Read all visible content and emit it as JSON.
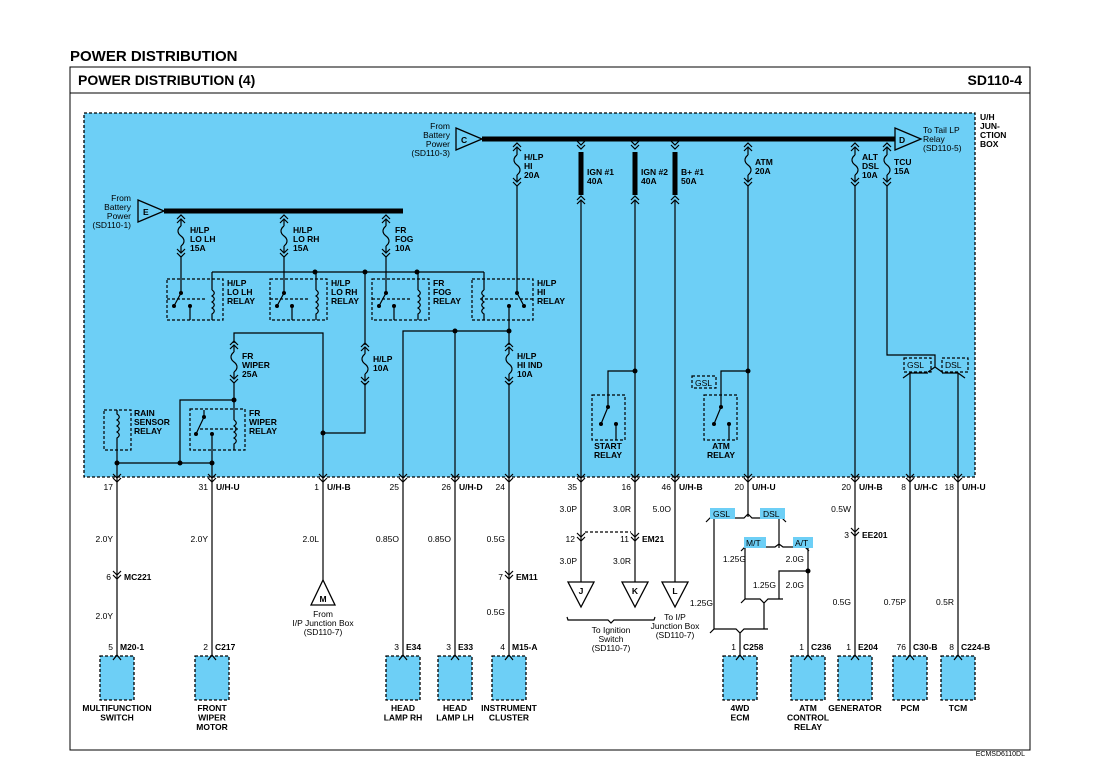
{
  "header": {
    "page_title": "POWER DISTRIBUTION",
    "section_title": "POWER DISTRIBUTION (4)",
    "diagram_id": "SD110-4",
    "footer_code": "ECMSD6110DL"
  },
  "colors": {
    "junction_box_fill": "#6dcff6",
    "line": "#000000"
  },
  "junction_box": {
    "lines": [
      "U/H",
      "JUN-",
      "CTION",
      "BOX"
    ]
  },
  "sources": {
    "C": {
      "letter": "C",
      "lines": [
        "From",
        "Battery",
        "Power",
        "(SD110-3)"
      ]
    },
    "E": {
      "letter": "E",
      "lines": [
        "From",
        "Battery",
        "Power",
        "(SD110-1)"
      ]
    },
    "D": {
      "letter": "D",
      "lines": [
        "To Tail LP",
        "Relay",
        "(SD110-5)"
      ]
    }
  },
  "fuses": {
    "lo_lh": [
      "H/LP",
      "LO LH",
      "15A"
    ],
    "lo_rh": [
      "H/LP",
      "LO RH",
      "15A"
    ],
    "fr_fog": [
      "FR",
      "FOG",
      "10A"
    ],
    "hi": [
      "H/LP",
      "HI",
      "20A"
    ],
    "fr_wiper": [
      "FR",
      "WIPER",
      "25A"
    ],
    "hlp_10a": [
      "H/LP",
      "10A"
    ],
    "hi_ind": [
      "H/LP",
      "HI IND",
      "10A"
    ],
    "ign1": [
      "IGN #1",
      "40A"
    ],
    "ign2": [
      "IGN #2",
      "40A"
    ],
    "bplus1": [
      "B+ #1",
      "50A"
    ],
    "atm": [
      "ATM",
      "20A"
    ],
    "alt_dsl": [
      "ALT",
      "DSL",
      "10A"
    ],
    "tcu": [
      "TCU",
      "15A"
    ]
  },
  "relays": {
    "lo_lh": [
      "H/LP",
      "LO LH",
      "RELAY"
    ],
    "lo_rh": [
      "H/LP",
      "LO RH",
      "RELAY"
    ],
    "fr_fog": [
      "FR",
      "FOG",
      "RELAY"
    ],
    "hi": [
      "H/LP",
      "HI",
      "RELAY"
    ],
    "rain": [
      "RAIN",
      "SENSOR",
      "RELAY"
    ],
    "wiper": [
      "FR",
      "WIPER",
      "RELAY"
    ],
    "start": [
      "START",
      "RELAY"
    ],
    "atm": [
      "ATM",
      "RELAY"
    ]
  },
  "options": {
    "gsl": "GSL",
    "dsl": "DSL",
    "mt": "M/T",
    "at": "A/T"
  },
  "pins": {
    "p17": "17",
    "p31": "31",
    "uhu1": "U/H-U",
    "p1": "1",
    "uhb1": "U/H-B",
    "p25": "25",
    "p26": "26",
    "uhd": "U/H-D",
    "p24": "24",
    "p35": "35",
    "p16": "16",
    "p46": "46",
    "uhb2": "U/H-B",
    "p20a": "20",
    "uhu2": "U/H-U",
    "p20b": "20",
    "uhb3": "U/H-B",
    "p8": "8",
    "uhc": "U/H-C",
    "p18": "18",
    "uhu3": "U/H-U"
  },
  "wires": {
    "w1a": "2.0Y",
    "w1b": "2.0Y",
    "w2": "2.0Y",
    "w3": "2.0L",
    "w4": "0.85O",
    "w5": "0.85O",
    "w6a": "0.5G",
    "w6b": "0.5G",
    "w7a": "3.0P",
    "w7b": "3.0P",
    "w8a": "3.0R",
    "w8b": "3.0R",
    "w9": "5.0O",
    "w10a": "1.25G",
    "w10b": "1.25G",
    "w10c": "1.25G",
    "w11a": "2.0G",
    "w11b": "2.0G",
    "w12": "0.5W",
    "w12b": "0.5G",
    "w13": "0.75P",
    "w14": "0.5R"
  },
  "connectors": {
    "mc221_pin": "6",
    "mc221": "MC221",
    "em11_pin": "7",
    "em11": "EM11",
    "em21_pin_a": "12",
    "em21_pin_b": "11",
    "em21": "EM21",
    "ee201_pin": "3",
    "ee201": "EE201"
  },
  "offpage": {
    "M": {
      "letter": "M",
      "lines": [
        "From",
        "I/P Junction Box",
        "(SD110-7)"
      ]
    },
    "J": {
      "letter": "J"
    },
    "K": {
      "letter": "K"
    },
    "L": {
      "letter": "L",
      "lines": [
        "To I/P",
        "Junction Box",
        "(SD110-7)"
      ]
    },
    "JK": {
      "lines": [
        "To Ignition",
        "Switch",
        "(SD110-7)"
      ]
    }
  },
  "components": [
    {
      "pin": "5",
      "conn": "M20-1",
      "name": [
        "MULTIFUNCTION",
        "SWITCH"
      ]
    },
    {
      "pin": "2",
      "conn": "C217",
      "name": [
        "FRONT",
        "WIPER",
        "MOTOR"
      ]
    },
    {
      "pin": "3",
      "conn": "E34",
      "name": [
        "HEAD",
        "LAMP RH"
      ]
    },
    {
      "pin": "3",
      "conn": "E33",
      "name": [
        "HEAD",
        "LAMP LH"
      ]
    },
    {
      "pin": "4",
      "conn": "M15-A",
      "name": [
        "INSTRUMENT",
        "CLUSTER"
      ]
    },
    {
      "pin": "1",
      "conn": "C258",
      "name": [
        "4WD",
        "ECM"
      ]
    },
    {
      "pin": "1",
      "conn": "C236",
      "name": [
        "ATM",
        "CONTROL",
        "RELAY"
      ]
    },
    {
      "pin": "1",
      "conn": "E204",
      "name": [
        "GENERATOR"
      ]
    },
    {
      "pin": "76",
      "conn": "C30-B",
      "name": [
        "PCM"
      ]
    },
    {
      "pin": "8",
      "conn": "C224-B",
      "name": [
        "TCM"
      ]
    }
  ]
}
